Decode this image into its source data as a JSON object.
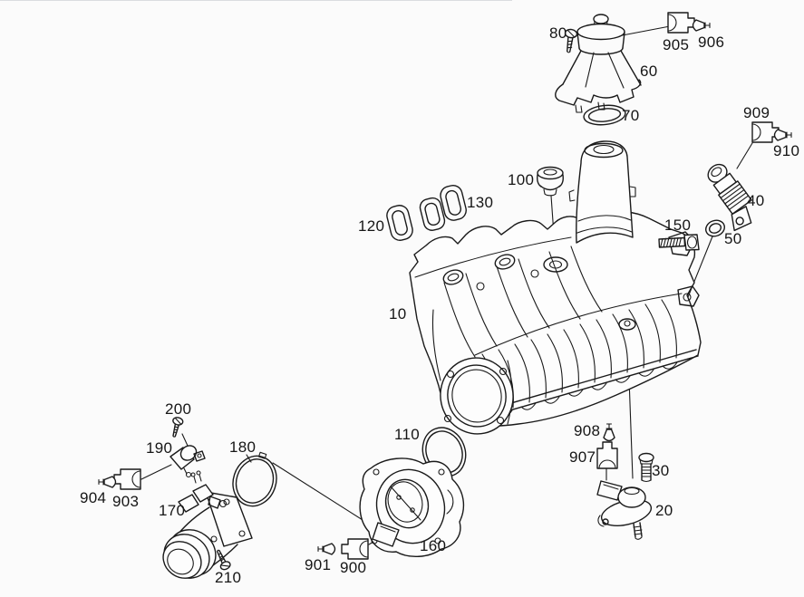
{
  "diagram": {
    "background_color": "#fbfbfb",
    "line_color": "#1a1a1a",
    "label_color": "#161616",
    "labels": [
      {
        "text": "80"
      },
      {
        "text": "905"
      },
      {
        "text": "906"
      },
      {
        "text": "60"
      },
      {
        "text": "70"
      },
      {
        "text": "909"
      },
      {
        "text": "910"
      },
      {
        "text": "100"
      },
      {
        "text": "130"
      },
      {
        "text": "120"
      },
      {
        "text": "40"
      },
      {
        "text": "150"
      },
      {
        "text": "50"
      },
      {
        "text": "10"
      },
      {
        "text": "200"
      },
      {
        "text": "190"
      },
      {
        "text": "180"
      },
      {
        "text": "904"
      },
      {
        "text": "903"
      },
      {
        "text": "170"
      },
      {
        "text": "110"
      },
      {
        "text": "908"
      },
      {
        "text": "907"
      },
      {
        "text": "30"
      },
      {
        "text": "20"
      },
      {
        "text": "210"
      },
      {
        "text": "901"
      },
      {
        "text": "900"
      },
      {
        "text": "160"
      }
    ]
  }
}
